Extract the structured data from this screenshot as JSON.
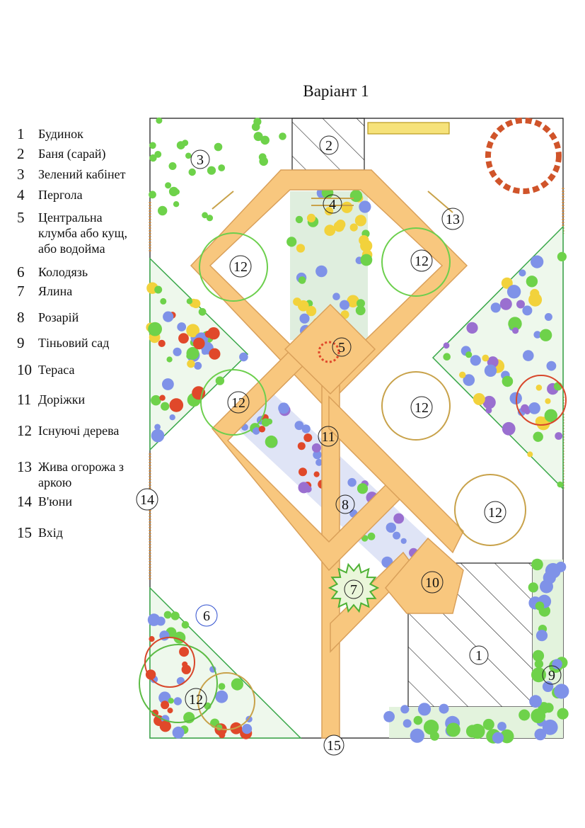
{
  "title": "Варіант 1",
  "legend": [
    {
      "num": "1",
      "text": "Будинок"
    },
    {
      "num": "2",
      "text": "Баня (сарай)"
    },
    {
      "num": "3",
      "text": "Зелений кабінет"
    },
    {
      "num": "4",
      "text": "Пергола"
    },
    {
      "num": "5",
      "text": "Центральна клумба або кущ, або водойма"
    },
    {
      "num": "6",
      "text": "Колодязь"
    },
    {
      "num": "7",
      "text": "Ялина"
    },
    {
      "num": "8",
      "text": "Розарій"
    },
    {
      "num": "9",
      "text": "Тіньовий сад"
    },
    {
      "num": "10",
      "text": "Тераса"
    },
    {
      "num": "11",
      "text": "Доріжки"
    },
    {
      "num": "12",
      "text": "Існуючі дерева"
    },
    {
      "num": "13",
      "text": "Жива огорожа з аркою"
    },
    {
      "num": "14",
      "text": "В'юни"
    },
    {
      "num": "15",
      "text": "Вхід"
    }
  ],
  "markers": {
    "house": "1",
    "bath": "2",
    "cabinet": "3",
    "pergola": "4",
    "center": "5",
    "well": "6",
    "spruce": "7",
    "rosary": "8",
    "shade": "9",
    "terrace": "10",
    "paths": "11",
    "tree_a": "12",
    "tree_b": "12",
    "tree_c": "12",
    "tree_d": "12",
    "tree_e": "12",
    "tree_f": "12",
    "hedge": "13",
    "vines": "14",
    "entrance": "15"
  },
  "colors": {
    "path": "#f8c77e",
    "path_edge": "#d9a05a",
    "plant_blue": "#7f92e8",
    "plant_green": "#6ed24a",
    "plant_yellow": "#f2d23c",
    "rose_red": "#e0482a",
    "tree_outline": "#c8a24a",
    "hedge_green": "#7fcf6a",
    "well_blue": "#2f4fcf"
  }
}
